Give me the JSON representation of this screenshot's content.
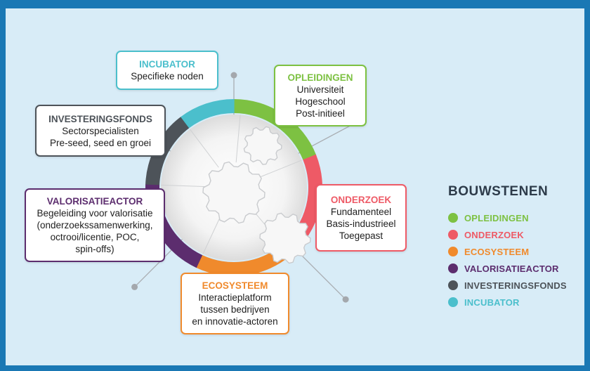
{
  "segments": [
    {
      "key": "opleidingen",
      "title": "OPLEIDINGEN",
      "color": "#7dc142",
      "lines": [
        "Universiteit",
        "Hogeschool",
        "Post-initieel"
      ]
    },
    {
      "key": "onderzoek",
      "title": "ONDERZOEK",
      "color": "#ee5a66",
      "lines": [
        "Fundamenteel",
        "Basis-industrieel",
        "Toegepast"
      ]
    },
    {
      "key": "ecosysteem",
      "title": "ECOSYSTEEM",
      "color": "#f08a2c",
      "lines": [
        "Interactieplatform",
        "tussen bedrijven",
        "en innovatie-actoren"
      ]
    },
    {
      "key": "valorisatieactor",
      "title": "VALORISATIEACTOR",
      "color": "#5c2d6e",
      "lines": [
        "Begeleiding voor valorisatie",
        "(onderzoekssamenwerking,",
        "octrooi/licentie, POC,",
        "spin-offs)"
      ]
    },
    {
      "key": "investeringsfonds",
      "title": "INVESTERINGSFONDS",
      "color": "#4d5359",
      "lines": [
        "Sectorspecialisten",
        "Pre-seed, seed en groei"
      ]
    },
    {
      "key": "incubator",
      "title": "INCUBATOR",
      "color": "#4bbfcc",
      "lines": [
        "Specifieke noden"
      ]
    }
  ],
  "legend": {
    "heading": "BOUWSTENEN",
    "items": [
      {
        "label": "OPLEIDINGEN",
        "color": "#7dc142"
      },
      {
        "label": "ONDERZOEK",
        "color": "#ee5a66"
      },
      {
        "label": "ECOSYSTEEM",
        "color": "#f08a2c"
      },
      {
        "label": "VALORISATIEACTOR",
        "color": "#5c2d6e"
      },
      {
        "label": "INVESTERINGSFONDS",
        "color": "#4d5359"
      },
      {
        "label": "INCUBATOR",
        "color": "#4bbfcc"
      }
    ]
  }
}
